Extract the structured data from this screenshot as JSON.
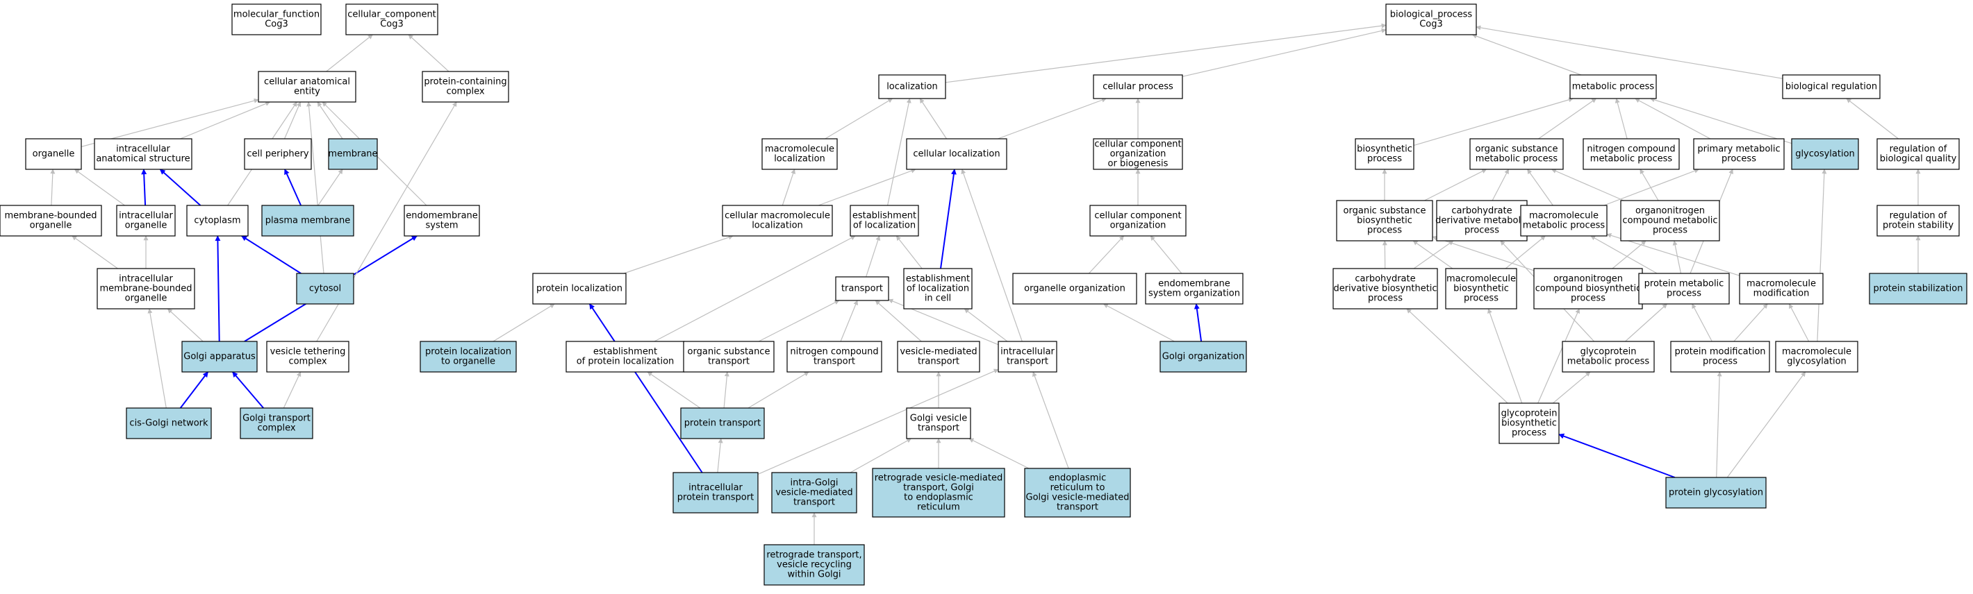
{
  "colors": {
    "highlight_fill": "#add8e6",
    "default_fill": "#ffffff",
    "border": "#000000",
    "edge_gray": "#bebebe",
    "edge_blue": "#0000ff"
  },
  "nodes": [
    {
      "id": "mf",
      "lines": [
        "molecular_function",
        "Cog3"
      ],
      "hl": false
    },
    {
      "id": "cc",
      "lines": [
        "cellular_component",
        "Cog3"
      ],
      "hl": false
    },
    {
      "id": "bp",
      "lines": [
        "biological_process",
        "Cog3"
      ],
      "hl": false
    },
    {
      "id": "cae",
      "lines": [
        "cellular anatomical",
        "entity"
      ],
      "hl": false
    },
    {
      "id": "pcc",
      "lines": [
        "protein-containing",
        "complex"
      ],
      "hl": false
    },
    {
      "id": "loc",
      "lines": [
        "localization"
      ],
      "hl": false
    },
    {
      "id": "cp",
      "lines": [
        "cellular process"
      ],
      "hl": false
    },
    {
      "id": "mp",
      "lines": [
        "metabolic process"
      ],
      "hl": false
    },
    {
      "id": "br",
      "lines": [
        "biological regulation"
      ],
      "hl": false
    },
    {
      "id": "org",
      "lines": [
        "organelle"
      ],
      "hl": false
    },
    {
      "id": "ias",
      "lines": [
        "intracellular",
        "anatomical structure"
      ],
      "hl": false
    },
    {
      "id": "cper",
      "lines": [
        "cell periphery"
      ],
      "hl": false
    },
    {
      "id": "mem",
      "lines": [
        "membrane"
      ],
      "hl": true
    },
    {
      "id": "mloc",
      "lines": [
        "macromolecule",
        "localization"
      ],
      "hl": false
    },
    {
      "id": "cloc",
      "lines": [
        "cellular localization"
      ],
      "hl": false
    },
    {
      "id": "ccob",
      "lines": [
        "cellular component",
        "organization",
        "or biogenesis"
      ],
      "hl": false
    },
    {
      "id": "bsp",
      "lines": [
        "biosynthetic",
        "process"
      ],
      "hl": false
    },
    {
      "id": "osmp",
      "lines": [
        "organic substance",
        "metabolic process"
      ],
      "hl": false
    },
    {
      "id": "ncmp",
      "lines": [
        "nitrogen compound",
        "metabolic process"
      ],
      "hl": false
    },
    {
      "id": "pmp",
      "lines": [
        "primary metabolic",
        "process"
      ],
      "hl": false
    },
    {
      "id": "glyc",
      "lines": [
        "glycosylation"
      ],
      "hl": true
    },
    {
      "id": "rbq",
      "lines": [
        "regulation of",
        "biological quality"
      ],
      "hl": false
    },
    {
      "id": "mbo",
      "lines": [
        "membrane-bounded",
        "organelle"
      ],
      "hl": false
    },
    {
      "id": "iorg",
      "lines": [
        "intracellular",
        "organelle"
      ],
      "hl": false
    },
    {
      "id": "cyto",
      "lines": [
        "cytoplasm"
      ],
      "hl": false
    },
    {
      "id": "pm",
      "lines": [
        "plasma membrane"
      ],
      "hl": true
    },
    {
      "id": "ems",
      "lines": [
        "endomembrane",
        "system"
      ],
      "hl": false
    },
    {
      "id": "cmloc",
      "lines": [
        "cellular macromolecule",
        "localization"
      ],
      "hl": false
    },
    {
      "id": "eloc",
      "lines": [
        "establishment",
        "of localization"
      ],
      "hl": false
    },
    {
      "id": "cco",
      "lines": [
        "cellular component",
        "organization"
      ],
      "hl": false
    },
    {
      "id": "osbp",
      "lines": [
        "organic substance",
        "biosynthetic",
        "process"
      ],
      "hl": false
    },
    {
      "id": "cdmp",
      "lines": [
        "carbohydrate",
        "derivative metabolic",
        "process"
      ],
      "hl": false
    },
    {
      "id": "mmp",
      "lines": [
        "macromolecule",
        "metabolic process"
      ],
      "hl": false
    },
    {
      "id": "oncmp",
      "lines": [
        "organonitrogen",
        "compound metabolic",
        "process"
      ],
      "hl": false
    },
    {
      "id": "rps",
      "lines": [
        "regulation of",
        "protein stability"
      ],
      "hl": false
    },
    {
      "id": "imbo",
      "lines": [
        "intracellular",
        "membrane-bounded",
        "organelle"
      ],
      "hl": false
    },
    {
      "id": "cytosol",
      "lines": [
        "cytosol"
      ],
      "hl": true
    },
    {
      "id": "ploc",
      "lines": [
        "protein localization"
      ],
      "hl": false
    },
    {
      "id": "trans",
      "lines": [
        "transport"
      ],
      "hl": false
    },
    {
      "id": "elic",
      "lines": [
        "establishment",
        "of localization",
        "in cell"
      ],
      "hl": false
    },
    {
      "id": "oo",
      "lines": [
        "organelle organization"
      ],
      "hl": false
    },
    {
      "id": "eso",
      "lines": [
        "endomembrane",
        "system organization"
      ],
      "hl": false
    },
    {
      "id": "cdbp",
      "lines": [
        "carbohydrate",
        "derivative biosynthetic",
        "process"
      ],
      "hl": false
    },
    {
      "id": "mbp",
      "lines": [
        "macromolecule",
        "biosynthetic",
        "process"
      ],
      "hl": false
    },
    {
      "id": "oncbp",
      "lines": [
        "organonitrogen",
        "compound biosynthetic",
        "process"
      ],
      "hl": false
    },
    {
      "id": "prmp",
      "lines": [
        "protein metabolic",
        "process"
      ],
      "hl": false
    },
    {
      "id": "mmod",
      "lines": [
        "macromolecule",
        "modification"
      ],
      "hl": false
    },
    {
      "id": "pstab",
      "lines": [
        "protein stabilization"
      ],
      "hl": true
    },
    {
      "id": "ga",
      "lines": [
        "Golgi apparatus"
      ],
      "hl": true
    },
    {
      "id": "vtc",
      "lines": [
        "vesicle tethering",
        "complex"
      ],
      "hl": false
    },
    {
      "id": "plto",
      "lines": [
        "protein localization",
        "to organelle"
      ],
      "hl": true
    },
    {
      "id": "epl",
      "lines": [
        "establishment",
        "of protein localization"
      ],
      "hl": false
    },
    {
      "id": "ost",
      "lines": [
        "organic substance",
        "transport"
      ],
      "hl": false
    },
    {
      "id": "nct",
      "lines": [
        "nitrogen compound",
        "transport"
      ],
      "hl": false
    },
    {
      "id": "vmt",
      "lines": [
        "vesicle-mediated",
        "transport"
      ],
      "hl": false
    },
    {
      "id": "it",
      "lines": [
        "intracellular",
        "transport"
      ],
      "hl": false
    },
    {
      "id": "go",
      "lines": [
        "Golgi organization"
      ],
      "hl": true
    },
    {
      "id": "gpmp",
      "lines": [
        "glycoprotein",
        "metabolic process"
      ],
      "hl": false
    },
    {
      "id": "pmodp",
      "lines": [
        "protein modification",
        "process"
      ],
      "hl": false
    },
    {
      "id": "mglyc",
      "lines": [
        "macromolecule",
        "glycosylation"
      ],
      "hl": false
    },
    {
      "id": "cgn",
      "lines": [
        "cis-Golgi network"
      ],
      "hl": true
    },
    {
      "id": "gtc",
      "lines": [
        "Golgi transport",
        "complex"
      ],
      "hl": true
    },
    {
      "id": "ptrans",
      "lines": [
        "protein transport"
      ],
      "hl": true
    },
    {
      "id": "gvt",
      "lines": [
        "Golgi vesicle",
        "transport"
      ],
      "hl": false
    },
    {
      "id": "gpbp",
      "lines": [
        "glycoprotein",
        "biosynthetic",
        "process"
      ],
      "hl": false
    },
    {
      "id": "ipt",
      "lines": [
        "intracellular",
        "protein transport"
      ],
      "hl": true
    },
    {
      "id": "igvmt",
      "lines": [
        "intra-Golgi",
        "vesicle-mediated",
        "transport"
      ],
      "hl": true
    },
    {
      "id": "rvmt",
      "lines": [
        "retrograde vesicle-mediated",
        "transport, Golgi",
        "to endoplasmic",
        "reticulum"
      ],
      "hl": true
    },
    {
      "id": "ergvmt",
      "lines": [
        "endoplasmic",
        "reticulum to",
        "Golgi vesicle-mediated",
        "transport"
      ],
      "hl": true
    },
    {
      "id": "pglyc",
      "lines": [
        "protein glycosylation"
      ],
      "hl": true
    },
    {
      "id": "rtvr",
      "lines": [
        "retrograde transport,",
        "vesicle recycling",
        "within Golgi"
      ],
      "hl": true
    }
  ],
  "edges": [
    {
      "from": "cae",
      "to": "cc",
      "blue": false
    },
    {
      "from": "pcc",
      "to": "cc",
      "blue": false
    },
    {
      "from": "loc",
      "to": "bp",
      "blue": false
    },
    {
      "from": "cp",
      "to": "bp",
      "blue": false
    },
    {
      "from": "mp",
      "to": "bp",
      "blue": false
    },
    {
      "from": "br",
      "to": "bp",
      "blue": false
    },
    {
      "from": "org",
      "to": "cae",
      "blue": false
    },
    {
      "from": "ias",
      "to": "cae",
      "blue": false
    },
    {
      "from": "cper",
      "to": "cae",
      "blue": false
    },
    {
      "from": "mem",
      "to": "cae",
      "blue": false
    },
    {
      "from": "cyto",
      "to": "cae",
      "blue": false
    },
    {
      "from": "ems",
      "to": "cae",
      "blue": false
    },
    {
      "from": "cytosol",
      "to": "cae",
      "blue": false
    },
    {
      "from": "mbo",
      "to": "org",
      "blue": false
    },
    {
      "from": "iorg",
      "to": "org",
      "blue": false
    },
    {
      "from": "iorg",
      "to": "ias",
      "blue": true
    },
    {
      "from": "cyto",
      "to": "ias",
      "blue": true
    },
    {
      "from": "pm",
      "to": "cper",
      "blue": true
    },
    {
      "from": "pm",
      "to": "mem",
      "blue": false
    },
    {
      "from": "imbo",
      "to": "mbo",
      "blue": false
    },
    {
      "from": "imbo",
      "to": "iorg",
      "blue": false
    },
    {
      "from": "cytosol",
      "to": "cyto",
      "blue": true
    },
    {
      "from": "ga",
      "to": "cyto",
      "blue": true
    },
    {
      "from": "ga",
      "to": "imbo",
      "blue": false
    },
    {
      "from": "ga",
      "to": "ems",
      "blue": true
    },
    {
      "from": "cgn",
      "to": "imbo",
      "blue": false
    },
    {
      "from": "cgn",
      "to": "ga",
      "blue": true
    },
    {
      "from": "gtc",
      "to": "ga",
      "blue": true
    },
    {
      "from": "gtc",
      "to": "vtc",
      "blue": false
    },
    {
      "from": "vtc",
      "to": "pcc",
      "blue": false
    },
    {
      "from": "mloc",
      "to": "loc",
      "blue": false
    },
    {
      "from": "cloc",
      "to": "loc",
      "blue": false
    },
    {
      "from": "cloc",
      "to": "cp",
      "blue": false
    },
    {
      "from": "ccob",
      "to": "cp",
      "blue": false
    },
    {
      "from": "eloc",
      "to": "loc",
      "blue": false
    },
    {
      "from": "cmloc",
      "to": "mloc",
      "blue": false
    },
    {
      "from": "cmloc",
      "to": "cloc",
      "blue": false
    },
    {
      "from": "elic",
      "to": "cloc",
      "blue": true
    },
    {
      "from": "it",
      "to": "cloc",
      "blue": false
    },
    {
      "from": "elic",
      "to": "eloc",
      "blue": false
    },
    {
      "from": "trans",
      "to": "eloc",
      "blue": false
    },
    {
      "from": "ploc",
      "to": "cmloc",
      "blue": false
    },
    {
      "from": "plto",
      "to": "ploc",
      "blue": false
    },
    {
      "from": "epl",
      "to": "ploc",
      "blue": false
    },
    {
      "from": "epl",
      "to": "eloc",
      "blue": false
    },
    {
      "from": "ipt",
      "to": "ploc",
      "blue": true
    },
    {
      "from": "ost",
      "to": "trans",
      "blue": false
    },
    {
      "from": "nct",
      "to": "trans",
      "blue": false
    },
    {
      "from": "vmt",
      "to": "trans",
      "blue": false
    },
    {
      "from": "it",
      "to": "trans",
      "blue": false
    },
    {
      "from": "it",
      "to": "elic",
      "blue": false
    },
    {
      "from": "ptrans",
      "to": "epl",
      "blue": false
    },
    {
      "from": "ptrans",
      "to": "ost",
      "blue": false
    },
    {
      "from": "ptrans",
      "to": "nct",
      "blue": false
    },
    {
      "from": "ipt",
      "to": "ptrans",
      "blue": false
    },
    {
      "from": "ipt",
      "to": "it",
      "blue": false
    },
    {
      "from": "gvt",
      "to": "vmt",
      "blue": false
    },
    {
      "from": "igvmt",
      "to": "gvt",
      "blue": false
    },
    {
      "from": "rvmt",
      "to": "gvt",
      "blue": false
    },
    {
      "from": "ergvmt",
      "to": "gvt",
      "blue": false
    },
    {
      "from": "ergvmt",
      "to": "it",
      "blue": false
    },
    {
      "from": "rtvr",
      "to": "igvmt",
      "blue": false
    },
    {
      "from": "cco",
      "to": "ccob",
      "blue": false
    },
    {
      "from": "oo",
      "to": "cco",
      "blue": false
    },
    {
      "from": "eso",
      "to": "cco",
      "blue": false
    },
    {
      "from": "go",
      "to": "oo",
      "blue": false
    },
    {
      "from": "go",
      "to": "eso",
      "blue": true
    },
    {
      "from": "bsp",
      "to": "mp",
      "blue": false
    },
    {
      "from": "osmp",
      "to": "mp",
      "blue": false
    },
    {
      "from": "ncmp",
      "to": "mp",
      "blue": false
    },
    {
      "from": "pmp",
      "to": "mp",
      "blue": false
    },
    {
      "from": "glyc",
      "to": "mp",
      "blue": false
    },
    {
      "from": "rbq",
      "to": "br",
      "blue": false
    },
    {
      "from": "rps",
      "to": "rbq",
      "blue": false
    },
    {
      "from": "pstab",
      "to": "rps",
      "blue": false
    },
    {
      "from": "osbp",
      "to": "bsp",
      "blue": false
    },
    {
      "from": "osbp",
      "to": "osmp",
      "blue": false
    },
    {
      "from": "cdmp",
      "to": "osmp",
      "blue": false
    },
    {
      "from": "mmp",
      "to": "osmp",
      "blue": false
    },
    {
      "from": "oncmp",
      "to": "osmp",
      "blue": false
    },
    {
      "from": "oncmp",
      "to": "ncmp",
      "blue": false
    },
    {
      "from": "mmp",
      "to": "pmp",
      "blue": false
    },
    {
      "from": "cdbp",
      "to": "osbp",
      "blue": false
    },
    {
      "from": "cdbp",
      "to": "cdmp",
      "blue": false
    },
    {
      "from": "mbp",
      "to": "osbp",
      "blue": false
    },
    {
      "from": "mbp",
      "to": "mmp",
      "blue": false
    },
    {
      "from": "oncbp",
      "to": "osbp",
      "blue": false
    },
    {
      "from": "oncbp",
      "to": "oncmp",
      "blue": false
    },
    {
      "from": "prmp",
      "to": "mmp",
      "blue": false
    },
    {
      "from": "prmp",
      "to": "oncmp",
      "blue": false
    },
    {
      "from": "prmp",
      "to": "pmp",
      "blue": false
    },
    {
      "from": "mmod",
      "to": "mmp",
      "blue": false
    },
    {
      "from": "gpmp",
      "to": "cdmp",
      "blue": false
    },
    {
      "from": "gpmp",
      "to": "prmp",
      "blue": false
    },
    {
      "from": "pmodp",
      "to": "prmp",
      "blue": false
    },
    {
      "from": "pmodp",
      "to": "mmod",
      "blue": false
    },
    {
      "from": "mglyc",
      "to": "mmod",
      "blue": false
    },
    {
      "from": "mglyc",
      "to": "glyc",
      "blue": false
    },
    {
      "from": "gpbp",
      "to": "cdbp",
      "blue": false
    },
    {
      "from": "gpbp",
      "to": "mbp",
      "blue": false
    },
    {
      "from": "gpbp",
      "to": "oncbp",
      "blue": false
    },
    {
      "from": "gpbp",
      "to": "gpmp",
      "blue": false
    },
    {
      "from": "pglyc",
      "to": "gpbp",
      "blue": true
    },
    {
      "from": "pglyc",
      "to": "pmodp",
      "blue": false
    },
    {
      "from": "pglyc",
      "to": "mglyc",
      "blue": false
    }
  ]
}
